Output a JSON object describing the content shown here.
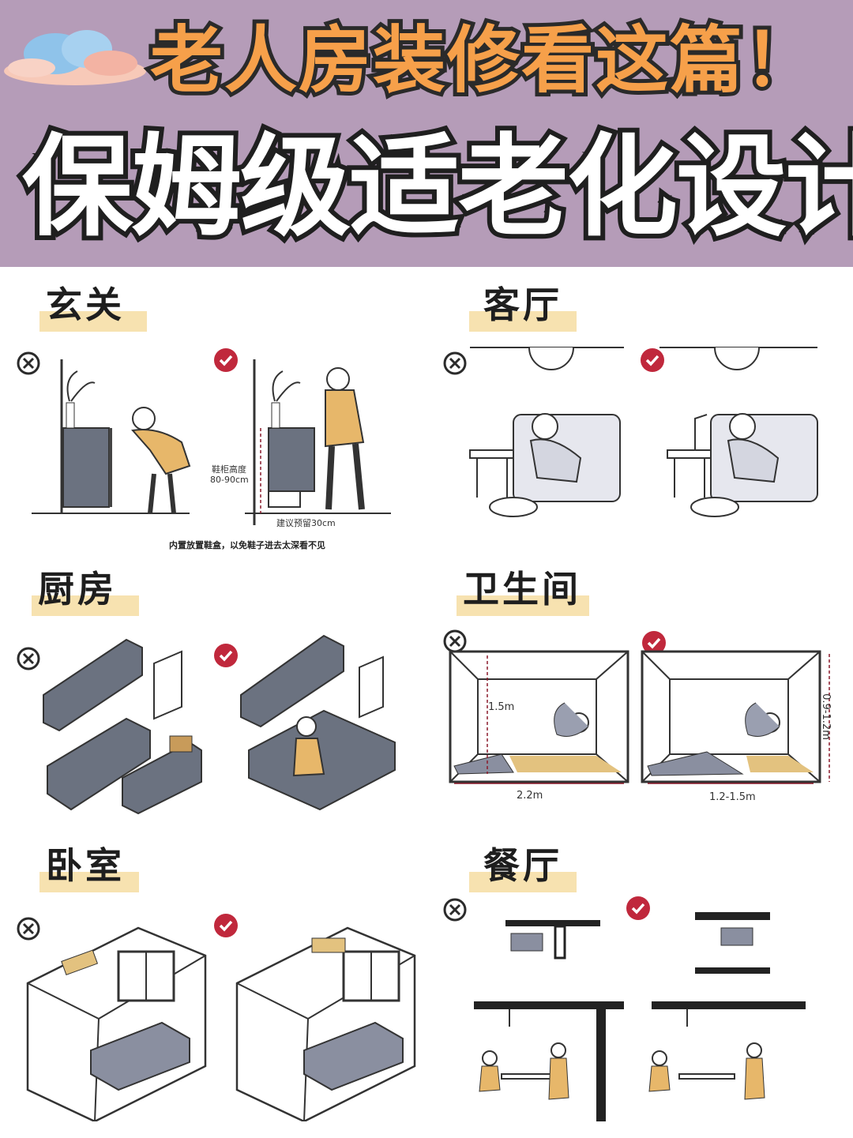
{
  "header": {
    "title_top": "老人房装修看这篇！",
    "title_main": "保姆级适老化设计",
    "colors": {
      "background": "#b59cb8",
      "title_top": "#f6a04a",
      "title_main": "#ffffff"
    }
  },
  "sections": {
    "entry": {
      "title": "玄关",
      "shoe_cabinet_label": "鞋柜高度",
      "shoe_cabinet_height": "80-90cm",
      "gap_label": "建议预留30cm",
      "caption": "内置放置鞋盒，以免鞋子进去太深看不见"
    },
    "living": {
      "title": "客厅"
    },
    "kitchen": {
      "title": "厨房"
    },
    "bathroom": {
      "title": "卫生间",
      "bad_height": "1.5m",
      "bad_width": "2.2m",
      "good_width": "1.2-1.5m",
      "good_height": "0.9-1.2m"
    },
    "bedroom": {
      "title": "卧室"
    },
    "dining": {
      "title": "餐厅"
    }
  },
  "icons": {
    "wrong": "wrong-x-icon",
    "right": "right-check-icon"
  },
  "colors": {
    "highlight": "#f7e2b0",
    "wrong_stroke": "#2b2b2b",
    "right_fill": "#c0283c",
    "furniture": "#6b7280",
    "accent_skin": "#e7b76a",
    "dimension": "#8b1a2b"
  }
}
